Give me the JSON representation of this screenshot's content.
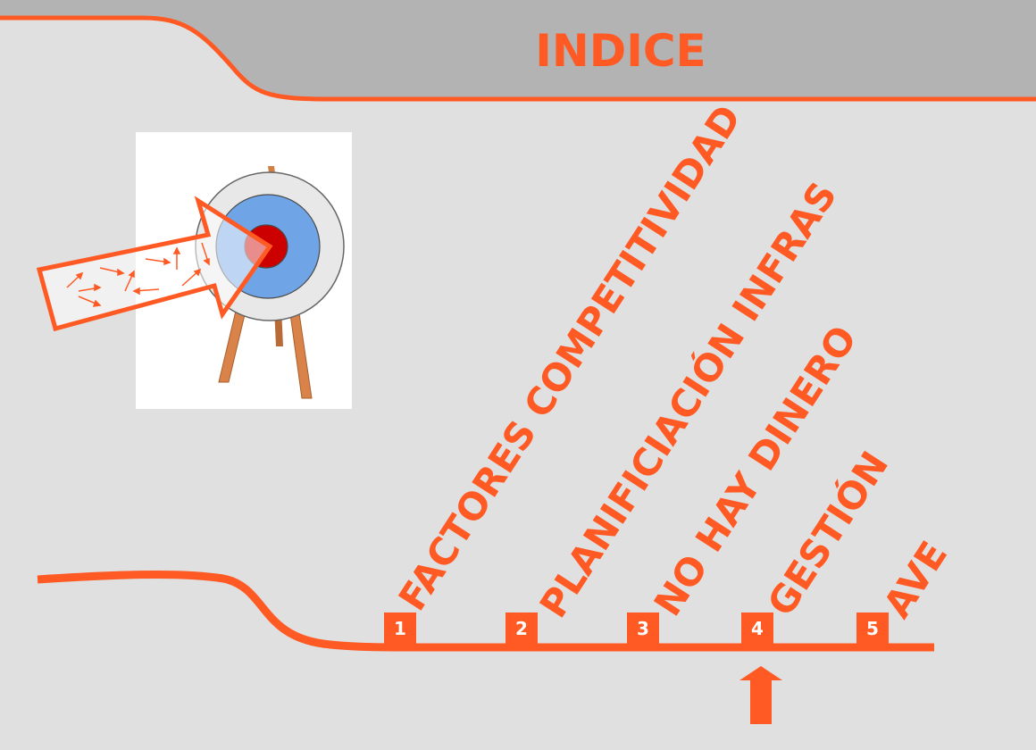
{
  "title": "INDICE",
  "colors": {
    "accent": "#ff5a24",
    "header_band": "#b3b3b3",
    "background": "#e0e0e0",
    "target_outer": "#e8e8e8",
    "target_mid": "#6fa4e6",
    "target_center": "#cc0000",
    "easel_wood": "#d9834a"
  },
  "topics": [
    {
      "number": "1",
      "label": "FACTORES COMPETITIVIDAD"
    },
    {
      "number": "2",
      "label": "PLANIFICIACIÓN INFRAS"
    },
    {
      "number": "3",
      "label": "NO HAY DINERO"
    },
    {
      "number": "4",
      "label": "GESTIÓN"
    },
    {
      "number": "5",
      "label": "AVE"
    }
  ],
  "current_topic": "4",
  "icons": {
    "target": "archery-target-icon",
    "big_arrow": "arrow-into-target-icon",
    "pointer": "up-arrow-icon"
  }
}
